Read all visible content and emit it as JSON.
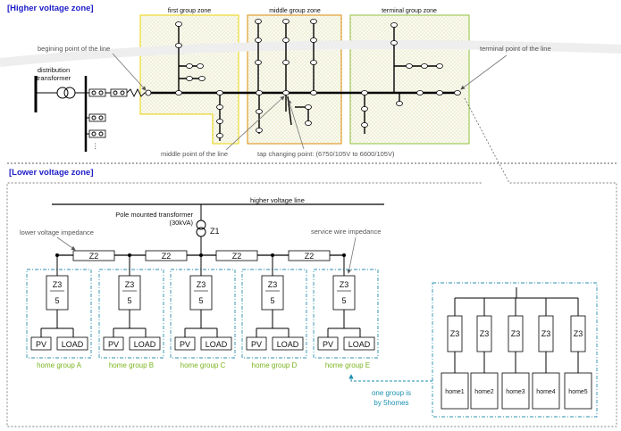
{
  "higher_zone": {
    "title": "[Higher voltage zone]",
    "first_group_zone": "first group zone",
    "middle_group_zone": "middle group zone",
    "terminal_group_zone": "terminal group zone",
    "distribution_transformer": [
      "distribution",
      "transformer"
    ],
    "begining_point": "begining point of the line",
    "terminal_point": "terminal point of the line",
    "middle_point": "middle point of the line",
    "tap_changing_point": "tap changing point: (6750/105V to 6600/105V)",
    "ellipsis": "⋮"
  },
  "lower_zone": {
    "title": "[Lower voltage zone]",
    "higher_voltage_line": "higher voltage line",
    "pole_transformer": [
      "Pole mounted transformer",
      "(30kVA)"
    ],
    "z1": "Z1",
    "lower_voltage_impedance": "lower voltage impedance",
    "service_wire_impedance": "service wire impedance",
    "z2": "Z2",
    "z3_top": "Z3",
    "z3_bottom": "5",
    "pv": "PV",
    "load": "LOAD",
    "home_groups": [
      "home group A",
      "home group B",
      "home group C",
      "home group D",
      "home group E"
    ],
    "note": [
      "one group is",
      "by 5homes"
    ],
    "z3": "Z3",
    "homes": [
      "home1",
      "home2",
      "home3",
      "home4",
      "home5"
    ]
  },
  "colors": {
    "section_title": "#1c1cc8",
    "first_zone_border": "#e8d000",
    "middle_zone_border": "#d98a00",
    "terminal_zone_border": "#8fbf3a",
    "zone_fill_pattern": "#dcdca0",
    "home_group_border": "#2b8fb0",
    "home_group_label": "#7ab41e"
  }
}
